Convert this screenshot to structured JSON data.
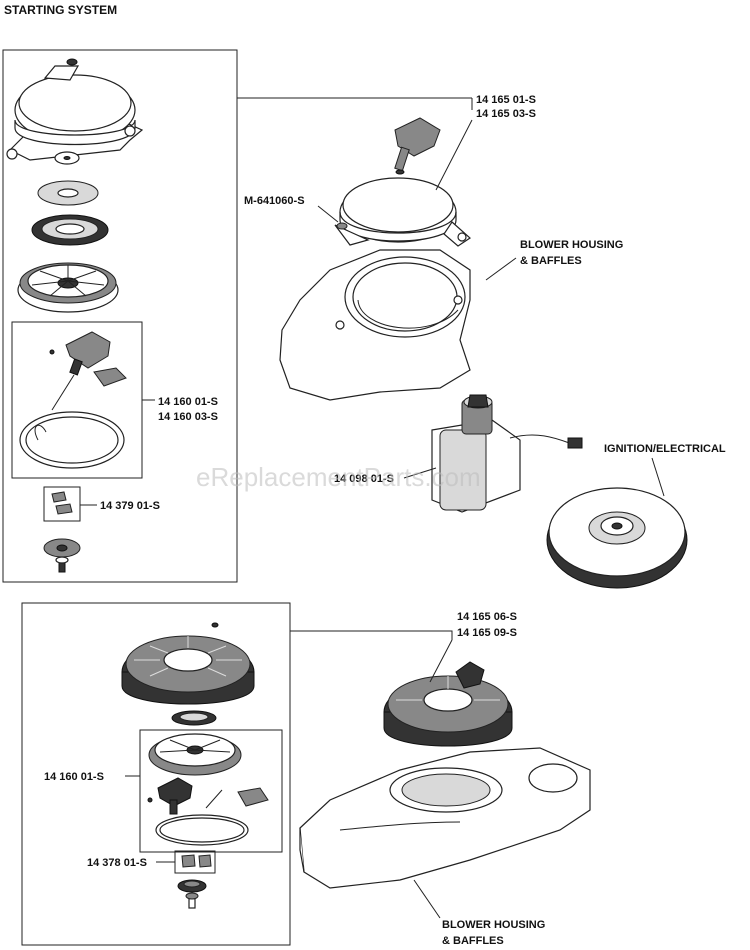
{
  "title": "STARTING SYSTEM",
  "watermark": "eReplacementParts.com",
  "labels": {
    "upper_starter_kit_1": "14 165 01-S",
    "upper_starter_kit_2": "14 165 03-S",
    "screw": "M-641060-S",
    "blower_housing_upper_1": "BLOWER HOUSING",
    "blower_housing_upper_2": "& BAFFLES",
    "rope_handle_kit_1": "14 160 01-S",
    "rope_handle_kit_2": "14 160 03-S",
    "starter_motor": "14 098 01-S",
    "ignition": "IGNITION/ELECTRICAL",
    "dog_kit_upper": "14 379 01-S",
    "lower_starter_kit_1": "14 165 06-S",
    "lower_starter_kit_2": "14 165 09-S",
    "rope_handle_kit_lower": "14 160 01-S",
    "dog_kit_lower": "14 378 01-S",
    "blower_housing_lower_1": "BLOWER HOUSING",
    "blower_housing_lower_2": "& BAFFLES"
  }
}
